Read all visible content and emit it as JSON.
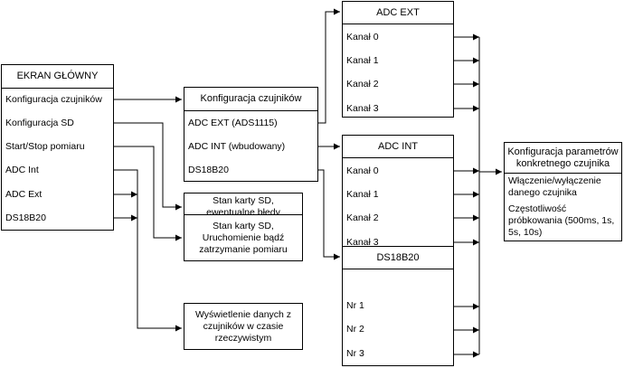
{
  "main_screen": {
    "title": "EKRAN GŁÓWNY",
    "items": [
      "Konfiguracja czujników",
      "Konfiguracja SD",
      "Start/Stop pomiaru",
      "ADC Int",
      "ADC Ext",
      "DS18B20"
    ]
  },
  "sensor_config": {
    "title": "Konfiguracja czujników",
    "items": [
      "ADC EXT (ADS1115)",
      "ADC INT (wbudowany)",
      "DS18B20"
    ]
  },
  "notes": {
    "sd_state": "Stan karty SD, ewentualne błędy",
    "start_stop": "Stan karty SD, Uruchomienie bądź zatrzymanie pomiaru",
    "live_data": "Wyświetlenie danych z czujników w czasie rzeczywistym"
  },
  "adc_ext": {
    "title": "ADC EXT",
    "items": [
      "Kanał 0",
      "Kanał 1",
      "Kanał 2",
      "Kanał 3"
    ]
  },
  "adc_int": {
    "title": "ADC INT",
    "items": [
      "Kanał 0",
      "Kanał 1",
      "Kanał 2",
      "Kanał 3"
    ]
  },
  "ds18b20": {
    "title": "DS18B20",
    "items": [
      "Nr 1",
      "Nr 2",
      "Nr 3"
    ]
  },
  "param_config": {
    "title": "Konfiguracja parametrów konkretnego czujnika",
    "items": [
      "Włączenie/wyłączenie danego czujnika",
      "Częstotliwość próbkowania (500ms, 1s, 5s, 10s)"
    ]
  }
}
